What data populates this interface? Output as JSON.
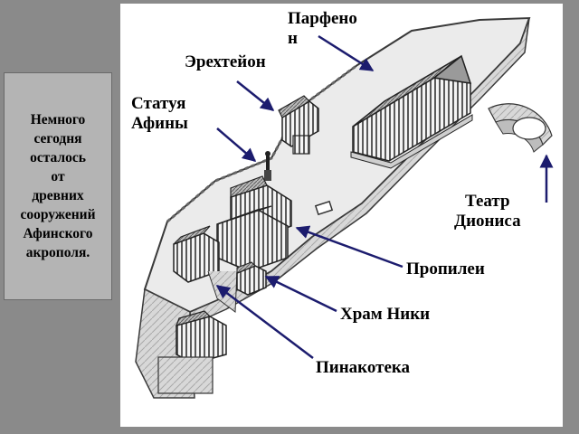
{
  "side_text": "Немного\nсегодня\nосталось\nот\nдревних\nсооружений\nАфинского\nакрополя.",
  "labels": {
    "parthenon": "Парфено\nн",
    "erechtheion": "Эрехтейон",
    "athena": "Статуя\nАфины",
    "theatre": "Театр\nДиониса",
    "propylaea": "Пропилеи",
    "nike": "Храм Ники",
    "pinakotheke": "Пинакотека"
  },
  "colors": {
    "background": "#8a8a8a",
    "panel": "#ffffff",
    "side_box": "#b4b4b4",
    "arrow": "#1c1c6e",
    "ink": "#000000"
  }
}
